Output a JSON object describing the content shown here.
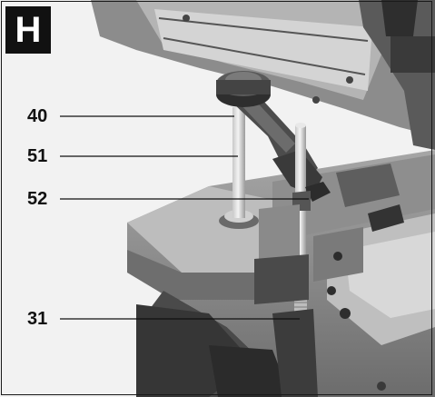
{
  "figure": {
    "panel_label": "H",
    "callouts": [
      {
        "label": "40",
        "target": "clamp-knob-arm"
      },
      {
        "label": "51",
        "target": "clamp-post"
      },
      {
        "label": "52",
        "target": "rod-lock"
      },
      {
        "label": "31",
        "target": "support-rod"
      }
    ]
  }
}
